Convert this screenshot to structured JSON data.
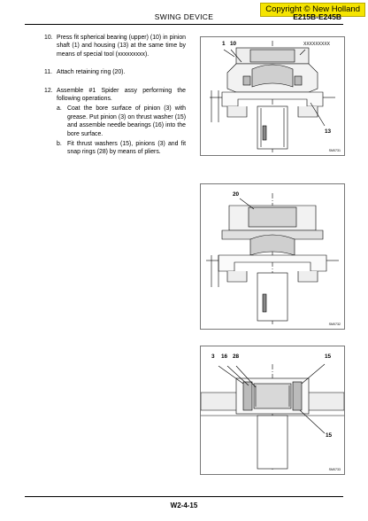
{
  "copyright": "Copyright © New Holland",
  "header": {
    "title": "SWING DEVICE",
    "model": "E215B-E245B"
  },
  "steps": [
    {
      "num": "10.",
      "text": "Press fit spherical bearing (upper) (10) in pinion shaft (1) and housing (13) at the same time by means of special tool (xxxxxxxxx)."
    },
    {
      "num": "11.",
      "text": "Attach retaining ring (20)."
    },
    {
      "num": "12.",
      "text": "Assemble #1 Spider assy performing the following operations.",
      "sub": [
        {
          "num": "a.",
          "text": "Coat the bore surface of pinion (3) with grease. Put pinion (3) on thrust washer (15) and assemble needle bearings (16) into the bore surface."
        },
        {
          "num": "b.",
          "text": "Fit thrust washers (15), pinions (3) and fit snap rings (28) by means of pliers."
        }
      ]
    }
  ],
  "figures": [
    {
      "callouts": [
        "1",
        "10",
        "13"
      ],
      "tool": "XXXXXXXXX",
      "code": "SM0731"
    },
    {
      "callouts": [
        "20"
      ],
      "code": "SM0732"
    },
    {
      "callouts": [
        "3",
        "16",
        "28",
        "15",
        "15"
      ],
      "code": "SM0733"
    }
  ],
  "footer": {
    "page": "W2-4-15"
  }
}
